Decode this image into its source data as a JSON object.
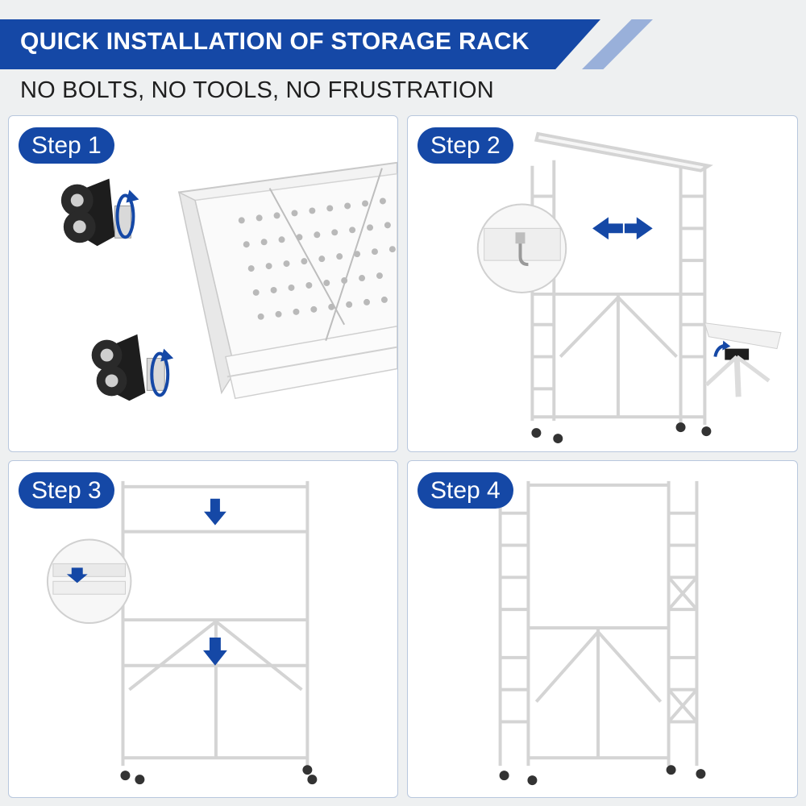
{
  "header": {
    "title": "QUICK INSTALLATION OF STORAGE RACK",
    "subtitle": "NO BOLTS,  NO TOOLS,  NO FRUSTRATION"
  },
  "steps": [
    {
      "label": "Step 1"
    },
    {
      "label": "Step 2"
    },
    {
      "label": "Step 3"
    },
    {
      "label": "Step 4"
    }
  ],
  "colors": {
    "brand_blue": "#1548a6",
    "background": "#eef0f1",
    "panel_border": "#b8c7dd"
  }
}
